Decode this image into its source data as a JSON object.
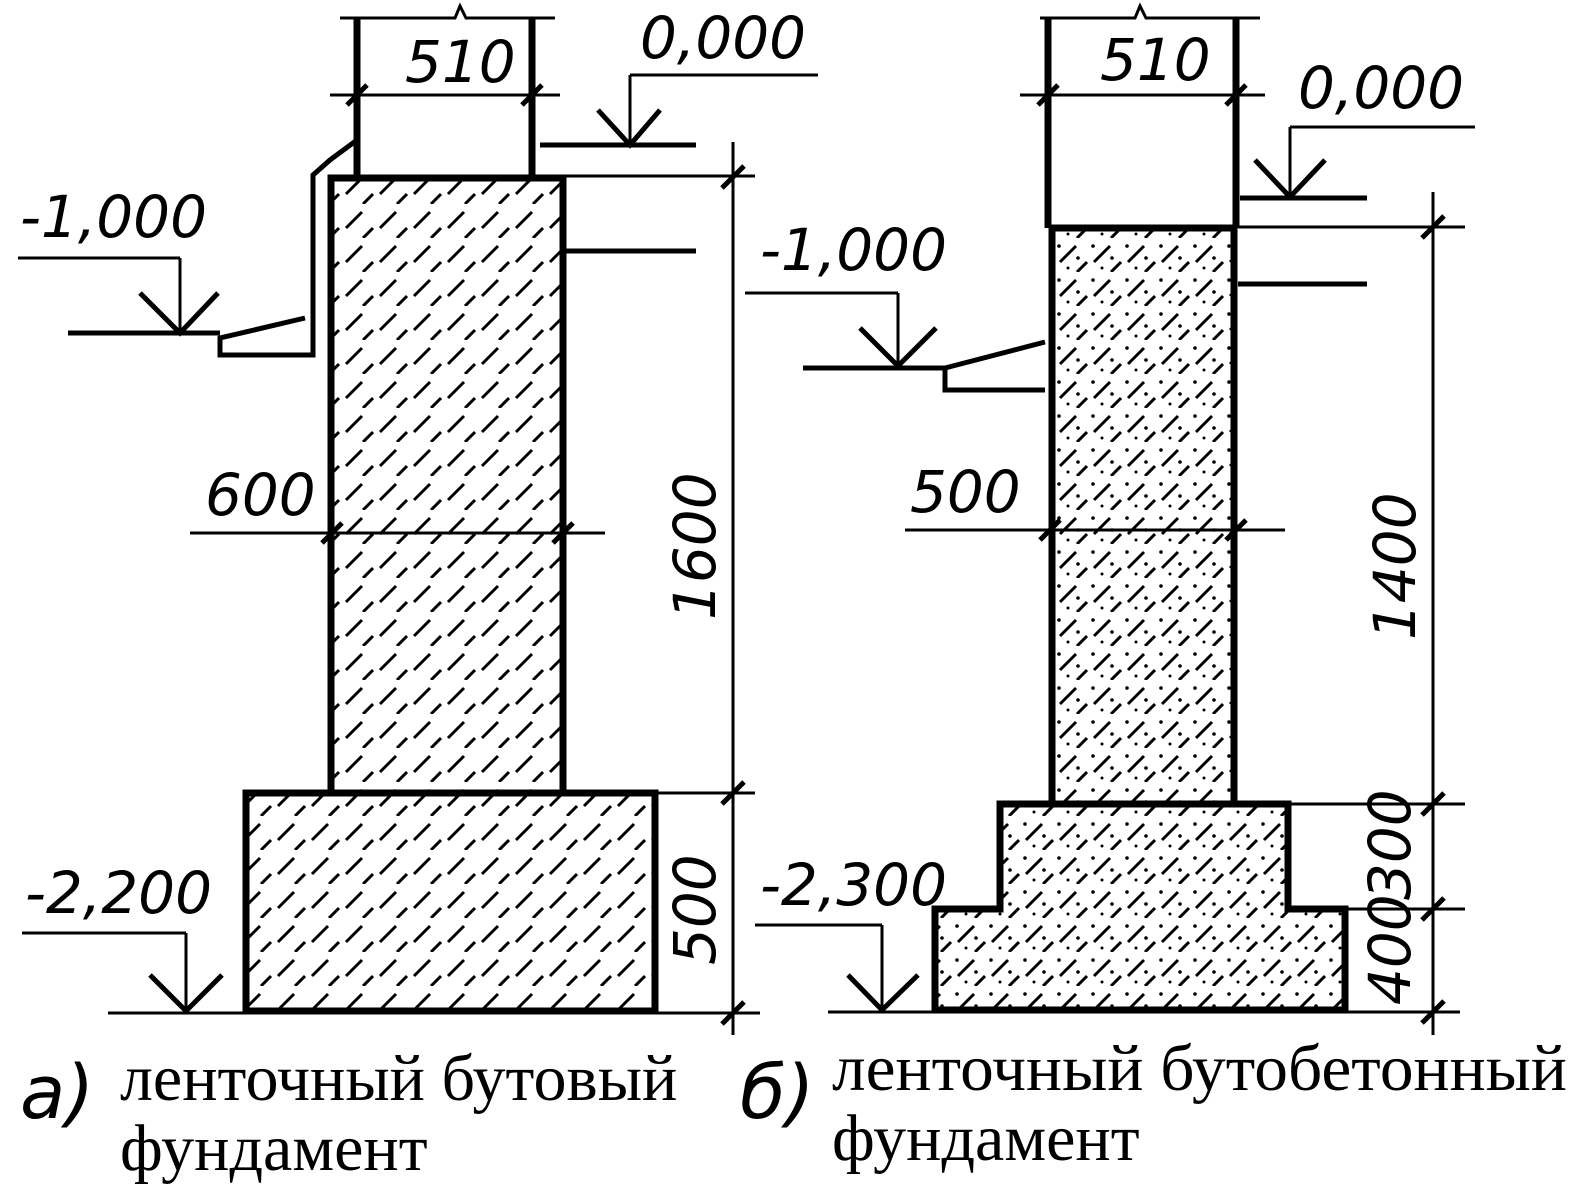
{
  "diagram_a": {
    "letter": "а)",
    "caption_line1": "ленточный бутовый",
    "caption_line2": "фундамент",
    "wall_width": "510",
    "level_zero": "0,000",
    "level_minus1": "-1,000",
    "level_bottom": "-2,200",
    "level_mid": "600",
    "height_upper": "1600",
    "height_footing": "500"
  },
  "diagram_b": {
    "letter": "б)",
    "caption_line1": "ленточный бутобетонный",
    "caption_line2": "фундамент",
    "wall_width": "510",
    "level_zero": "0,000",
    "level_minus1": "-1,000",
    "level_bottom": "-2,300",
    "level_mid": "500",
    "height_upper": "1400",
    "height_step1": "300",
    "height_step2": "400"
  },
  "colors": {
    "ink": "#000000",
    "paper": "#ffffff"
  }
}
